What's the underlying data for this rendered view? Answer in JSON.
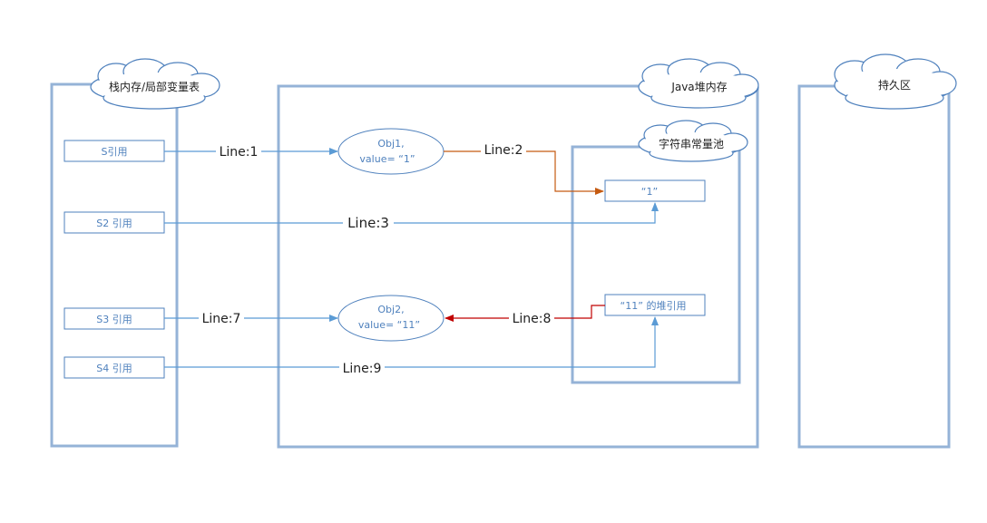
{
  "regions": {
    "stack": "栈内存/局部变量表",
    "heap": "Java堆内存",
    "pool": "字符串常量池",
    "perm": "持久区"
  },
  "refs": {
    "s": "S引用",
    "s2": "S2 引用",
    "s3": "S3 引用",
    "s4": "S4 引用"
  },
  "objects": {
    "obj1_line1": "Obj1,",
    "obj1_line2": "value= “1”",
    "obj2_line1": "Obj2,",
    "obj2_line2": "value= “11”"
  },
  "pool_items": {
    "one": "“1”",
    "eleven_ref": "“11” 的堆引用"
  },
  "lines": {
    "l1": "Line:1",
    "l2": "Line:2",
    "l3": "Line:3",
    "l7": "Line:7",
    "l8": "Line:8",
    "l9": "Line:9"
  },
  "colors": {
    "box": "#95b3d7",
    "text_blue": "#4f81bd",
    "arrow_blue": "#5b9bd5",
    "arrow_orange": "#c55a11",
    "arrow_red": "#c00000"
  }
}
